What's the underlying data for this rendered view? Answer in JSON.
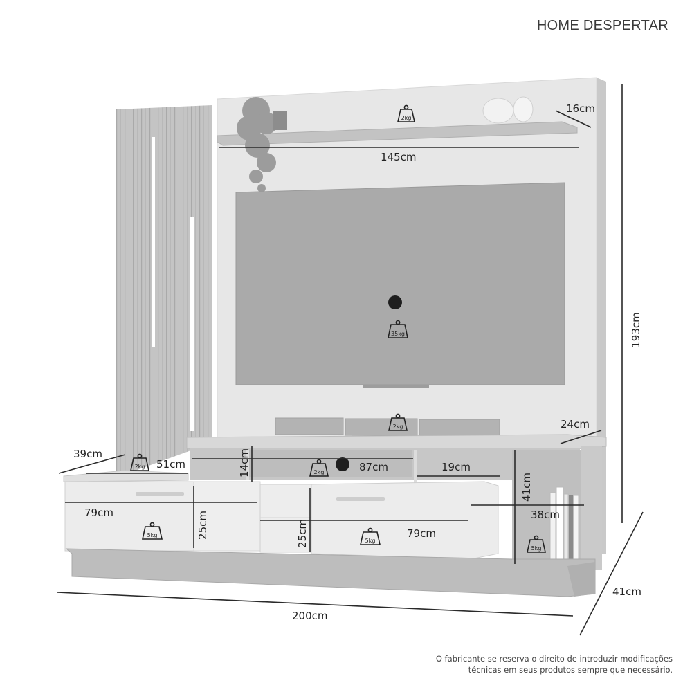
{
  "header": {
    "title": "HOME DESPERTAR"
  },
  "disclaimer": {
    "line1": "O fabricante se reserva o direito de introduzir modificações",
    "line2": "técnicas em seus produtos sempre que necessário."
  },
  "dimensions": {
    "shelf_depth": "16cm",
    "shelf_width": "145cm",
    "total_height": "193cm",
    "rack_top_depth": "24cm",
    "left_top_depth": "39cm",
    "left_top_width": "51cm",
    "niche_height": "14cm",
    "niche_width": "87cm",
    "small_niche_width": "19cm",
    "right_niche_height": "41cm",
    "right_niche_width": "38cm",
    "left_drawer_width": "79cm",
    "left_drawer_height": "25cm",
    "center_drawer_height": "25cm",
    "right_drawer_width": "79cm",
    "total_width": "200cm",
    "total_depth": "41cm"
  },
  "weight_limits": {
    "top_shelf": "2kg",
    "tv": "35kg",
    "soundbar": "2kg",
    "left_top": "2kg",
    "niche": "2kg",
    "left_drawer": "5kg",
    "right_drawer": "5kg",
    "right_niche": "5kg"
  },
  "colors": {
    "panel": "#e6e6e6",
    "wood": "#bdbdbd",
    "tv_screen": "#a9a9a9",
    "line": "#2a2a2a"
  }
}
